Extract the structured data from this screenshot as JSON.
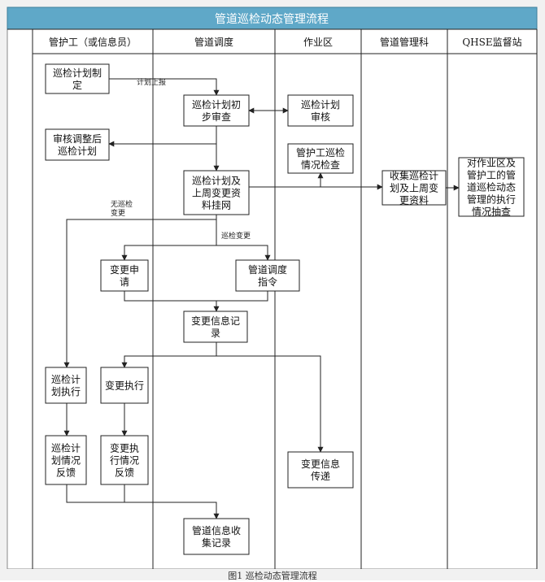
{
  "title": "管道巡检动态管理流程",
  "colors": {
    "header_bg": "#5fa8c8",
    "header_text": "#ffffff",
    "line": "#222222",
    "box_fill": "#ffffff"
  },
  "lanes": [
    "管护工（或信息员）",
    "管道调度",
    "作业区",
    "管道管理科",
    "QHSE监督站"
  ],
  "boxes": {
    "plan_make": [
      "巡检计划制",
      "定"
    ],
    "plan_review": [
      "巡检计划初",
      "步审查"
    ],
    "area_review": [
      "巡检计划",
      "审核"
    ],
    "adjust_plan": [
      "审核调整后",
      "巡检计划"
    ],
    "worker_check": [
      "管护工巡检",
      "情况检查"
    ],
    "plan_publish": [
      "巡检计划及",
      "上周变更资",
      "料挂网"
    ],
    "collect_plan": [
      "收集巡检计",
      "划及上周变",
      "更资料"
    ],
    "qhse_check": [
      "对作业区及",
      "管护工的管",
      "道巡检动态",
      "管理的执行",
      "情况抽查"
    ],
    "change_apply": [
      "变更申",
      "请"
    ],
    "dispatch_order": [
      "管道调度",
      "指令"
    ],
    "change_record": [
      "变更信息记",
      "录"
    ],
    "plan_exec": [
      "巡检计",
      "划执行"
    ],
    "change_exec": [
      "变更执行"
    ],
    "plan_feedback": [
      "巡检计",
      "划情况",
      "反馈"
    ],
    "change_feedback": [
      "变更执",
      "行情况",
      "反馈"
    ],
    "change_transfer": [
      "变更信息",
      "传递"
    ],
    "info_collect": [
      "管道信息收",
      "集记录"
    ]
  },
  "labels": {
    "plan_report": "计划上报",
    "no_change": [
      "无巡检",
      "变更"
    ],
    "has_change": "巡检变更"
  },
  "caption": "图1 巡检动态管理流程"
}
